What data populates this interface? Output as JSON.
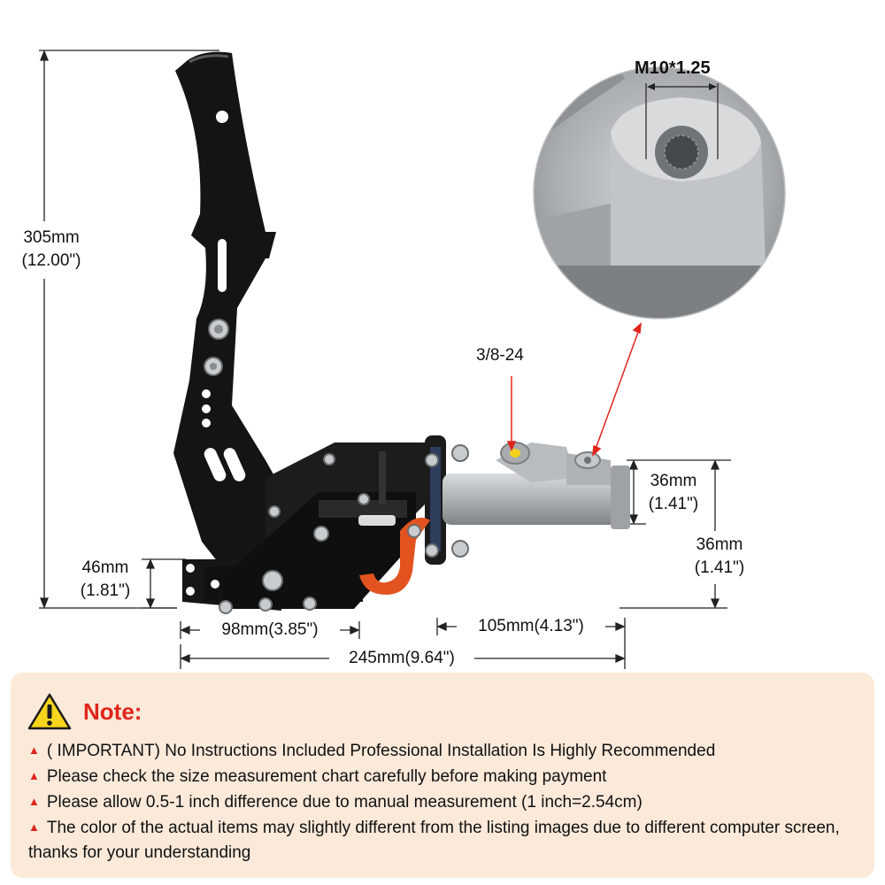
{
  "dimensions": {
    "height_total_mm": "305mm",
    "height_total_in": "(12.00\")",
    "base_height_mm": "46mm",
    "base_height_in": "(1.81\")",
    "cylinder_height_mm": "36mm",
    "cylinder_height_in": "(1.41\")",
    "outlet_height_mm": "36mm",
    "outlet_height_in": "(1.41\")",
    "base_width": "98mm(3.85\")",
    "cylinder_length": "105mm(4.13\")",
    "total_length": "245mm(9.64\")"
  },
  "callouts": {
    "thread_main": "M10*1.25",
    "thread_port": "3/8-24"
  },
  "colors": {
    "lever": "#141414",
    "aluminum": "#b4b8bb",
    "hook": "#e2531f",
    "port_dot": "#f2d21c",
    "note_bg": "#fbe9d9",
    "accent_red": "#e0251b"
  },
  "note": {
    "icon": "warning-triangle-icon",
    "title": "Note:",
    "items": [
      "( IMPORTANT) No Instructions Included Professional Installation Is Highly Recommended",
      "Please check the size measurement chart carefully before making payment",
      "Please allow 0.5-1 inch difference due to manual measurement (1 inch=2.54cm)",
      "The color of the actual items may slightly different from the listing images due to different computer screen, thanks for your understanding"
    ]
  }
}
